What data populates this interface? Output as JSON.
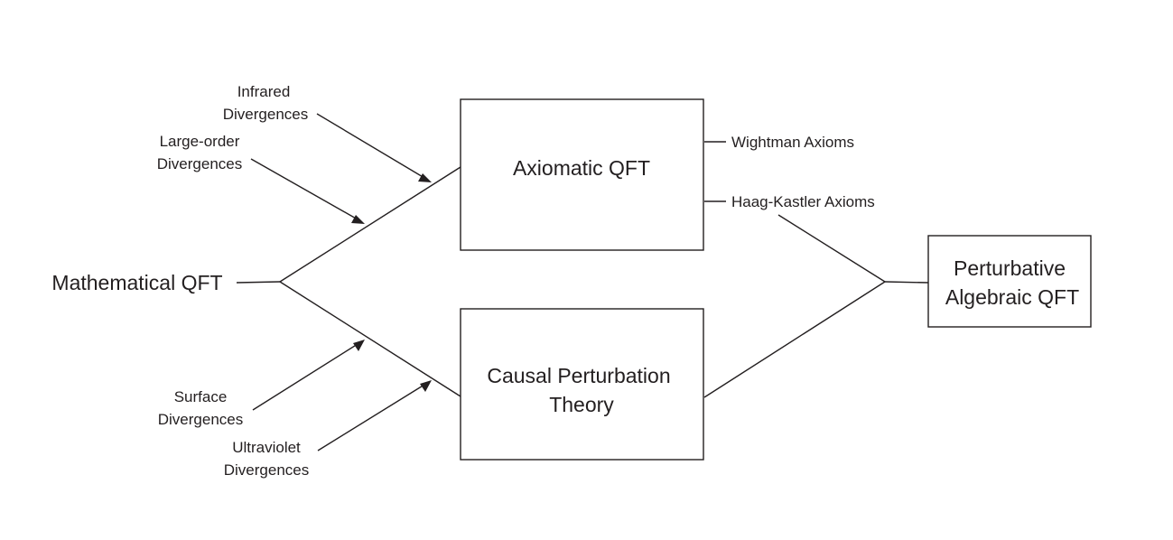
{
  "root": {
    "label": "Mathematical QFT"
  },
  "boxes": {
    "axiomatic": {
      "lines": [
        "Axiomatic QFT"
      ]
    },
    "causal": {
      "lines": [
        "Causal Perturbation",
        "Theory"
      ]
    },
    "paqft": {
      "lines": [
        "Perturbative",
        "Algebraic QFT"
      ]
    }
  },
  "axioms": {
    "wightman": "Wightman Axioms",
    "haag_kastler": "Haag-Kastler Axioms"
  },
  "divergences": {
    "infrared": [
      "Infrared",
      "Divergences"
    ],
    "large_order": [
      "Large-order",
      "Divergences"
    ],
    "surface": [
      "Surface",
      "Divergences"
    ],
    "ultraviolet": [
      "Ultraviolet",
      "Divergences"
    ]
  },
  "colors": {
    "ink": "#231f20",
    "background": "#ffffff"
  }
}
